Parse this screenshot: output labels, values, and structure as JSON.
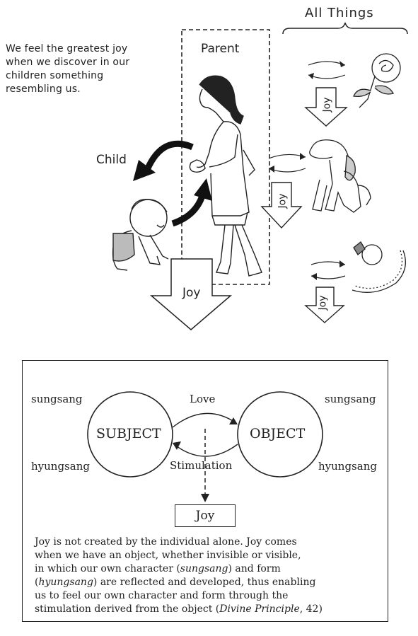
{
  "top": {
    "intro_text": "We feel the greatest joy when we discover in our children something resembling us.",
    "all_things_label": "All Things",
    "parent_label": "Parent",
    "child_label": "Child",
    "joy_big_label": "Joy",
    "joy_small_labels": [
      "Joy",
      "Joy",
      "Joy"
    ]
  },
  "box": {
    "left_top": "sungsang",
    "left_bottom": "hyungsang",
    "right_top": "sungsang",
    "right_bottom": "hyungsang",
    "subject_label": "SUBJECT",
    "object_label": "OBJECT",
    "love_label": "Love",
    "stimulation_label": "Stimulation",
    "joy_label": "Joy",
    "caption": {
      "line1": "Joy is not created by the individual alone.  Joy comes",
      "line2": "when we have an object, whether invisible or visible,",
      "line3a": "in which our own character (",
      "line3_em": "sungsang",
      "line3b": ") and form",
      "line4a": "(",
      "line4_em": "hyungsang",
      "line4b": ") are reflected and developed, thus enabling",
      "line5": "us to feel our own character and form through the",
      "line6a": "stimulation derived from the object (",
      "line6_em": "Divine Principle",
      "line6b": ", 42)"
    }
  },
  "icons": {
    "mother": "mother-figure-icon",
    "baby": "baby-figure-icon",
    "rose": "rose-icon",
    "dog": "dog-icon",
    "jewelry": "ring-necklace-icon"
  }
}
